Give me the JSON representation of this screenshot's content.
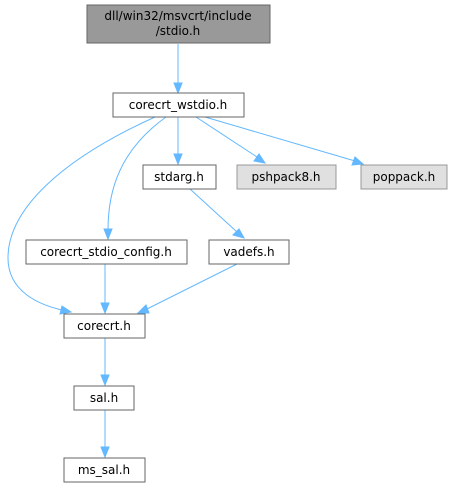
{
  "graph": {
    "root": {
      "line1": "dll/win32/msvcrt/include",
      "line2": "/stdio.h"
    },
    "nodes": {
      "corecrt_wstdio": "corecrt_wstdio.h",
      "stdarg": "stdarg.h",
      "pshpack8": "pshpack8.h",
      "poppack": "poppack.h",
      "corecrt_stdio_config": "corecrt_stdio_config.h",
      "vadefs": "vadefs.h",
      "corecrt": "corecrt.h",
      "sal": "sal.h",
      "ms_sal": "ms_sal.h"
    },
    "colors": {
      "edge": "#63b8ff",
      "root_fill": "#999999",
      "external_fill": "#e0e0e0",
      "node_fill": "#ffffff",
      "border": "#666666"
    }
  }
}
